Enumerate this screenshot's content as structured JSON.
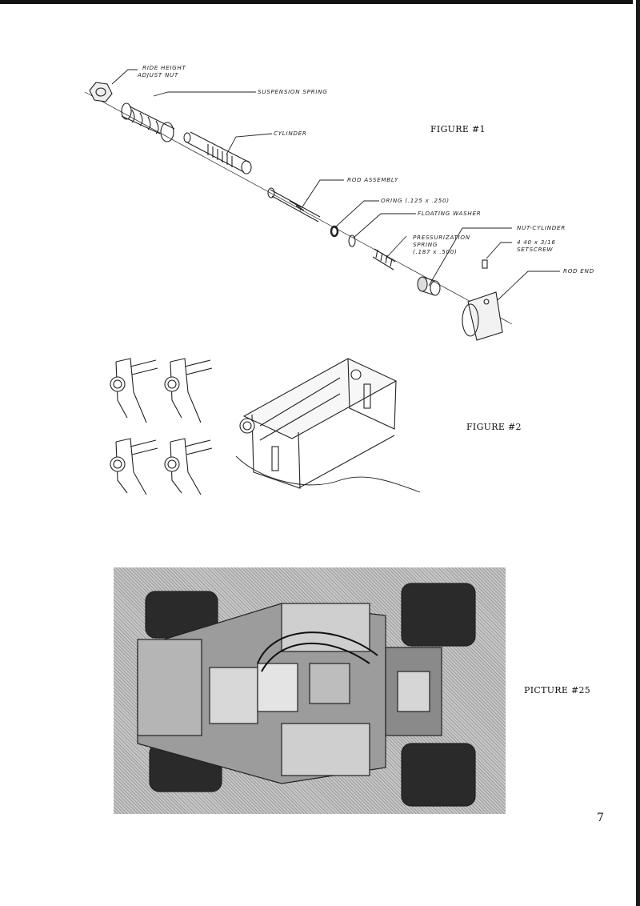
{
  "figure1": {
    "caption": "FIGURE #1",
    "labels": {
      "ride_height_line1": "RIDE HEIGHT",
      "ride_height_line2": "ADJUST NUT",
      "suspension_spring": "SUSPENSION SPRING",
      "cylinder": "CYLINDER",
      "rod_assembly": "ROD ASSEMBLY",
      "oring": "ORING (.125 x .250)",
      "floating_washer": "FLOATING WASHER",
      "press_line1": "PRESSURIZATION",
      "press_line2": "SPRING",
      "press_line3": "(.187 x .500)",
      "nut_cylinder": "NUT-CYLINDER",
      "setscrew_line1": "4 40 x 3/16",
      "setscrew_line2": "SETSCREW",
      "rod_end": "ROD END"
    }
  },
  "figure2": {
    "caption": "FIGURE #2"
  },
  "picture25": {
    "caption": "PICTURE #25"
  },
  "page_number": "7"
}
